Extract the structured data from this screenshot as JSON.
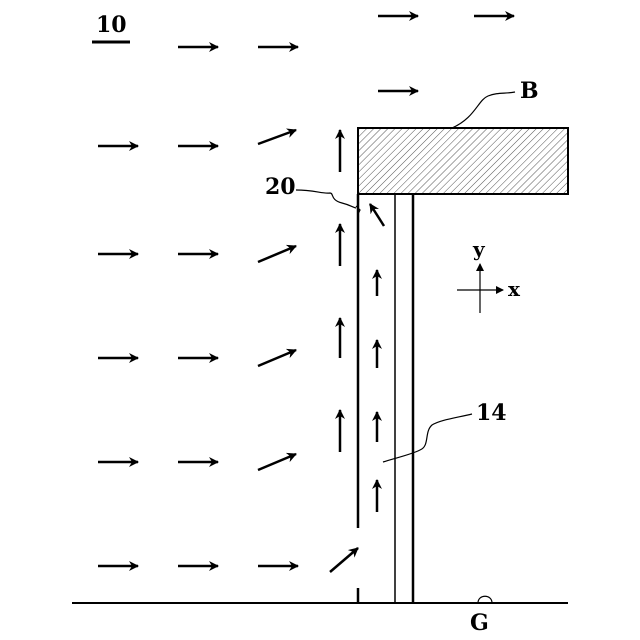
{
  "labels": {
    "figure_number": "10",
    "building": "B",
    "component_20": "20",
    "component_14": "14",
    "ground": "G",
    "axis_x": "x",
    "axis_y": "y"
  },
  "icons": {
    "arrow": "arrow-icon",
    "hatch": "diagonal-hatch"
  }
}
